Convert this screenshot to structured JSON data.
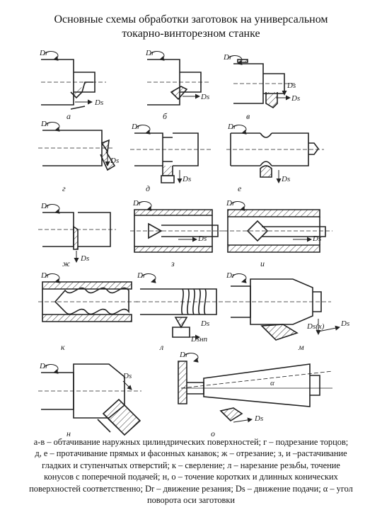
{
  "title": {
    "line1": "Основные схемы обработки заготовок на универсальном",
    "line2": "токарно-винторезном станке"
  },
  "diagram": {
    "panel_labels": [
      "а",
      "б",
      "в",
      "г",
      "д",
      "е",
      "ж",
      "з",
      "и",
      "к",
      "л",
      "м",
      "н",
      "о"
    ],
    "motion_labels": {
      "cutting": "Dr",
      "feed": "Ds",
      "angle": "α",
      "thread_feed": "Dsнп",
      "cross_feed": "Ds(x)"
    }
  },
  "caption": {
    "line1": "а-в – обтачивание наружных цилиндрических поверхностей; г – подрезание торцов;",
    "line2": "д, е – протачивание прямых и фасонных канавок; ж – отрезание; з, и –растачивание",
    "line3": "гладких и ступенчатых отверстий; к – сверление; л – нарезание резьбы, точение",
    "line4": "конусов с поперечной подачей; н, о – точение коротких и длинных конических",
    "line5": "поверхностей соответственно; Dr – движение резания; Ds – движение подачи; α – угол",
    "line6": "поворота оси заготовки"
  }
}
